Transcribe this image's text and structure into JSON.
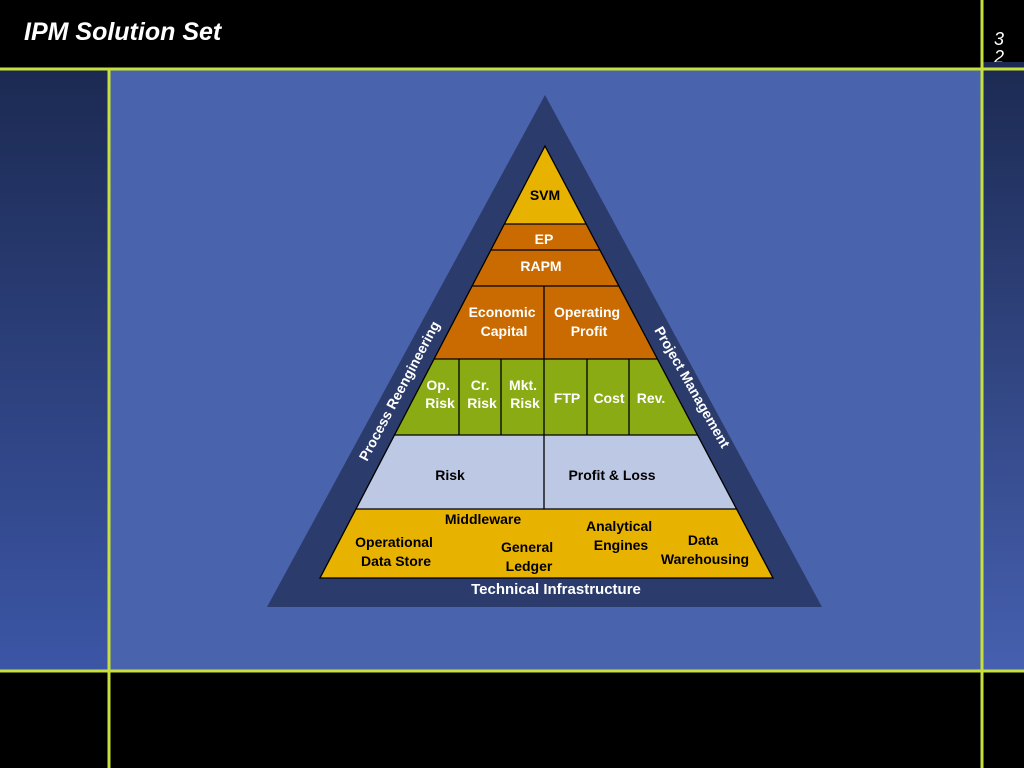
{
  "slide": {
    "title": "IPM Solution Set",
    "page_number": "32"
  },
  "pyramid": {
    "apex": "SVM",
    "level_ep": "EP",
    "level_rapm": "RAPM",
    "economic_capital": [
      "Economic",
      "Capital"
    ],
    "operating_profit": [
      "Operating",
      "Profit"
    ],
    "op_risk": [
      "Op.",
      "Risk"
    ],
    "cr_risk": [
      "Cr.",
      "Risk"
    ],
    "mkt_risk": [
      "Mkt.",
      "Risk"
    ],
    "ftp": "FTP",
    "cost": "Cost",
    "rev": "Rev.",
    "risk": "Risk",
    "profit_loss": "Profit & Loss",
    "middleware": "Middleware",
    "operational_data_store": [
      "Operational",
      "Data Store"
    ],
    "general_ledger": [
      "General",
      "Ledger"
    ],
    "analytical_engines": [
      "Analytical",
      "Engines"
    ],
    "data_warehousing": [
      "Data",
      "Warehousing"
    ]
  },
  "frame_labels": {
    "left_side": "Process Reengineering",
    "right_side": "Project Management",
    "base": "Technical Infrastructure"
  },
  "colors": {
    "page_background": "#000000",
    "content_panel": "#4a63ad",
    "left_band": "#27396a",
    "guide_lines": "#c8e03c",
    "outer_triangle": "#2b3c6c",
    "svm": "#e8b200",
    "orange_tiers": "#c96b00",
    "green_tier": "#8aab14",
    "risk_pl_tier": "#bcc8e4",
    "infrastructure_tier": "#e8b200",
    "dark_text": "#000000",
    "light_text": "#ffffff"
  }
}
